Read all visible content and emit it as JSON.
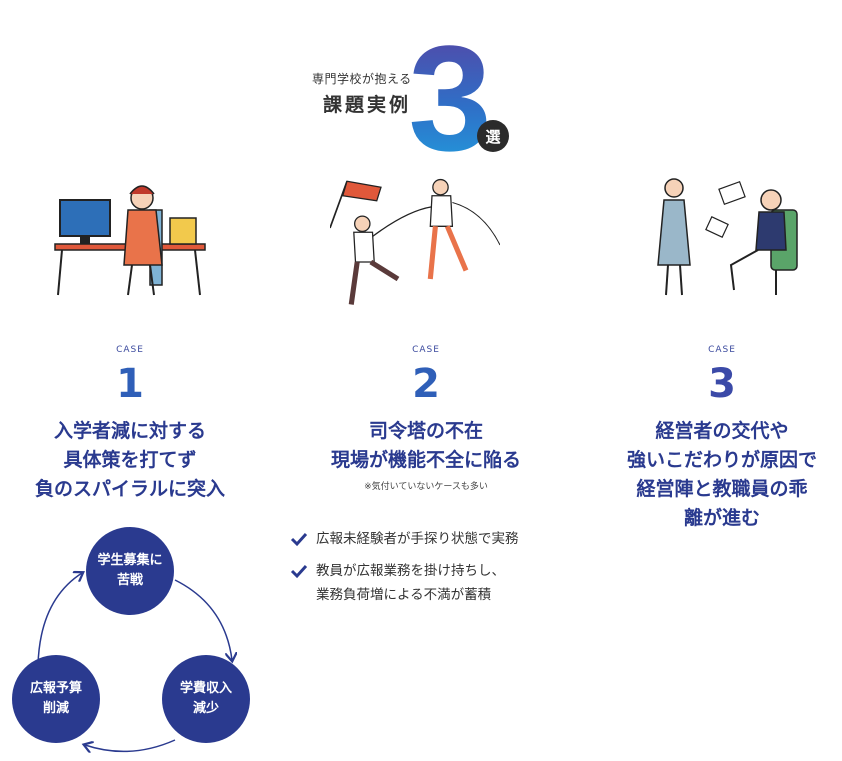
{
  "header": {
    "subtitle": "専門学校が抱える",
    "title": "課題実例",
    "big_number": "3",
    "suffix": "選"
  },
  "colors": {
    "navy": "#2a3a8f",
    "grad_top": "#5b3fa0",
    "grad_bottom": "#1fa3e0",
    "text_dark": "#333333"
  },
  "cases": [
    {
      "label": "CASE",
      "number": "1",
      "title": "入学者減に対する\n具体策を打てず\n負のスパイラルに突入",
      "illustration": "stressed-worker-at-desk"
    },
    {
      "label": "CASE",
      "number": "2",
      "title": "司令塔の不在\n現場が機能不全に陥る",
      "note": "※気付いていないケースも多い",
      "illustration": "people-leaving-bye-flag"
    },
    {
      "label": "CASE",
      "number": "3",
      "title": "経営者の交代や\n強いこだわりが原因で\n経営陣と教職員の乖\n離が進む",
      "illustration": "manager-throwing-papers"
    }
  ],
  "bullets": [
    "広報未経験者が手探り状態で実務",
    "教員が広報業務を掛け持ちし、\n業務負荷増による不満が蓄積"
  ],
  "cycle": {
    "nodes": [
      "学生募集に\n苦戦",
      "学費収入\n減少",
      "広報予算\n削減"
    ]
  }
}
